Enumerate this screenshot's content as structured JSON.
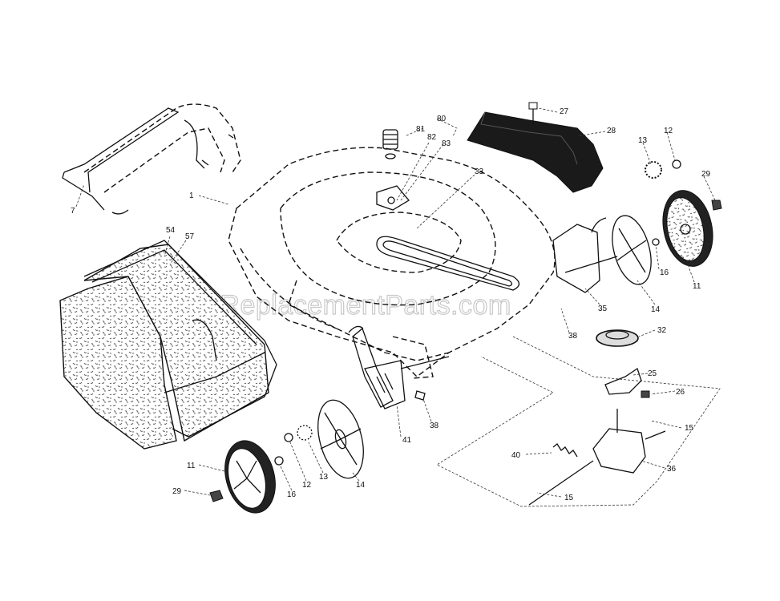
{
  "watermark": "eReplacementParts.com",
  "callouts": [
    {
      "id": "7",
      "text": "7"
    },
    {
      "id": "1",
      "text": "1"
    },
    {
      "id": "54",
      "text": "54"
    },
    {
      "id": "57",
      "text": "57"
    },
    {
      "id": "80",
      "text": "80"
    },
    {
      "id": "81",
      "text": "81"
    },
    {
      "id": "82",
      "text": "82"
    },
    {
      "id": "83",
      "text": "83"
    },
    {
      "id": "33",
      "text": "33"
    },
    {
      "id": "27",
      "text": "27"
    },
    {
      "id": "28",
      "text": "28"
    },
    {
      "id": "13a",
      "text": "13"
    },
    {
      "id": "12a",
      "text": "12"
    },
    {
      "id": "29a",
      "text": "29"
    },
    {
      "id": "16a",
      "text": "16"
    },
    {
      "id": "11a",
      "text": "11"
    },
    {
      "id": "35",
      "text": "35"
    },
    {
      "id": "14a",
      "text": "14"
    },
    {
      "id": "38a",
      "text": "38"
    },
    {
      "id": "32",
      "text": "32"
    },
    {
      "id": "25",
      "text": "25"
    },
    {
      "id": "26",
      "text": "26"
    },
    {
      "id": "15a",
      "text": "15"
    },
    {
      "id": "36",
      "text": "36"
    },
    {
      "id": "40",
      "text": "40"
    },
    {
      "id": "15b",
      "text": "15"
    },
    {
      "id": "41",
      "text": "41"
    },
    {
      "id": "38b",
      "text": "38"
    },
    {
      "id": "14b",
      "text": "14"
    },
    {
      "id": "13b",
      "text": "13"
    },
    {
      "id": "12b",
      "text": "12"
    },
    {
      "id": "16b",
      "text": "16"
    },
    {
      "id": "11b",
      "text": "11"
    },
    {
      "id": "29b",
      "text": "29"
    }
  ]
}
